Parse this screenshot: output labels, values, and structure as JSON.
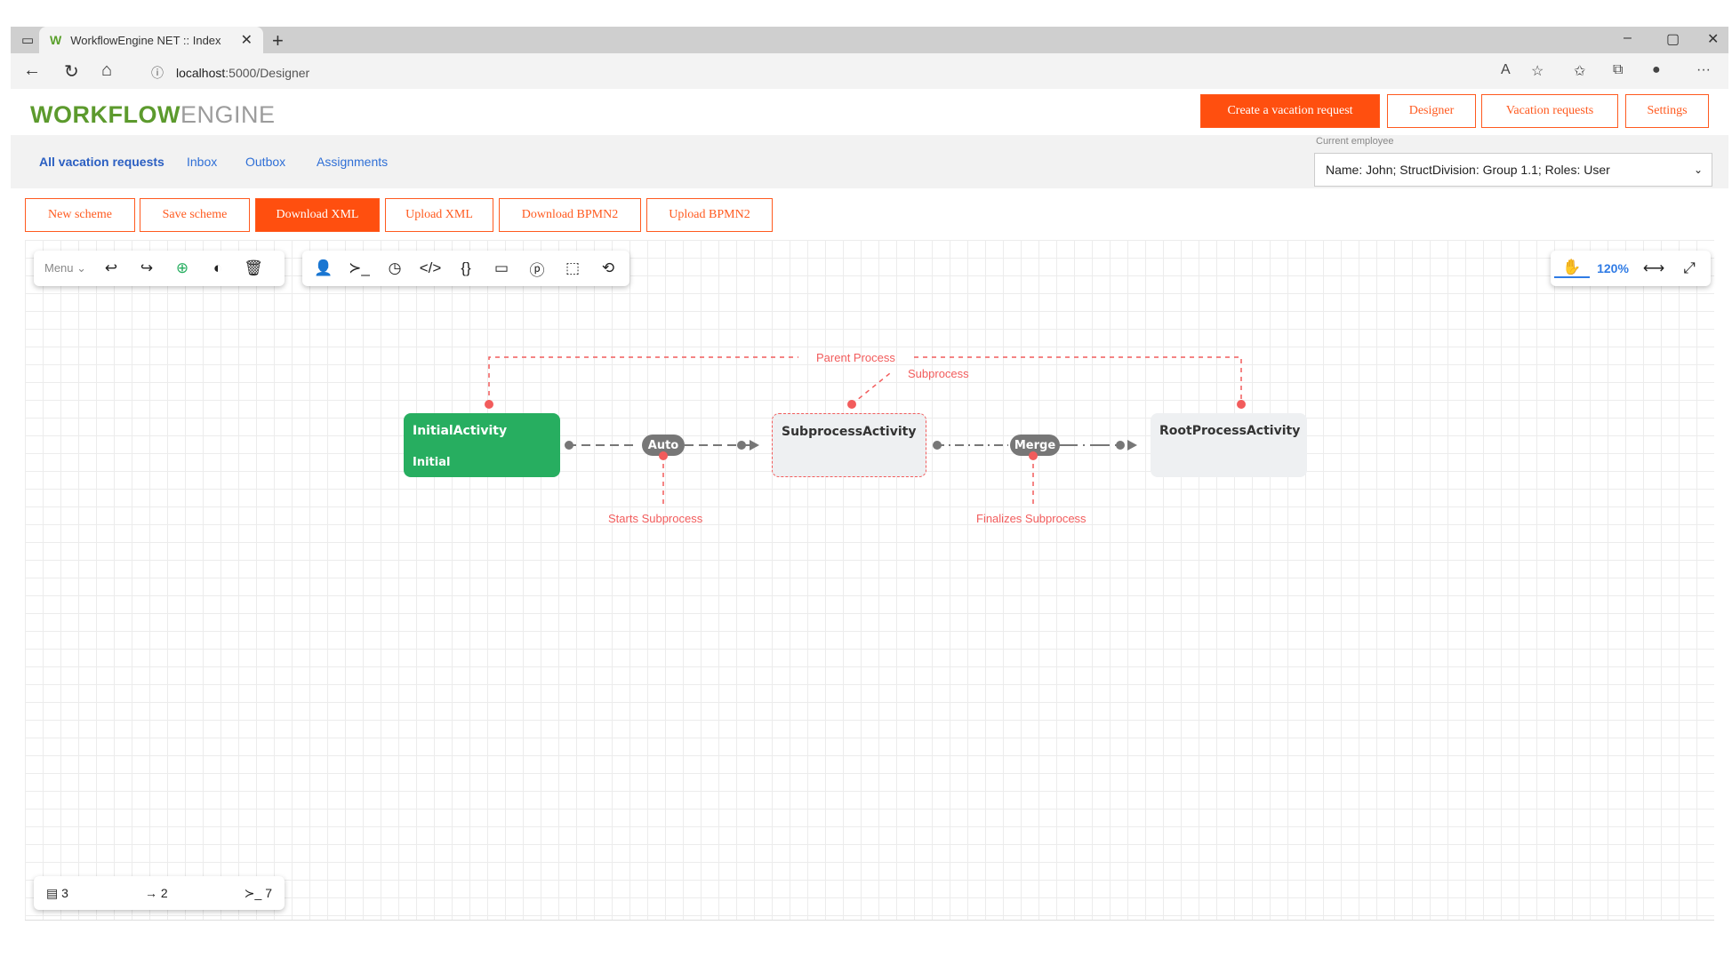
{
  "browser": {
    "tab_title": "WorkflowEngine NET :: Index",
    "url_host": "localhost",
    "url_path": ":5000/Designer",
    "window_controls": [
      "–",
      "▢",
      "✕"
    ]
  },
  "header": {
    "brand_bold": "WORKFLOW",
    "brand_light": "ENGINE",
    "buttons": [
      "Create a vacation request",
      "Designer",
      "Vacation requests",
      "Settings"
    ]
  },
  "subnav": {
    "links": [
      "All vacation requests",
      "Inbox",
      "Outbox",
      "Assignments"
    ],
    "employee_label": "Current employee",
    "employee_value": "Name: John; StructDivision: Group 1.1; Roles: User"
  },
  "scheme_buttons": [
    "New scheme",
    "Save scheme",
    "Download XML",
    "Upload XML",
    "Download BPMN2",
    "Upload BPMN2"
  ],
  "designer": {
    "menu_label": "Menu",
    "zoom": "120%",
    "activities": {
      "initial": {
        "name": "InitialActivity",
        "state": "Initial"
      },
      "subprocess": {
        "name": "SubprocessActivity"
      },
      "root": {
        "name": "RootProcessActivity"
      }
    },
    "transitions": {
      "auto": "Auto",
      "merge": "Merge"
    },
    "annotations": {
      "parent_process": "Parent Process",
      "subprocess": "Subprocess",
      "starts_subprocess": "Starts Subprocess",
      "finalizes_subprocess": "Finalizes Subprocess"
    },
    "stats": {
      "activities": "3",
      "transitions": "2",
      "commands": "7"
    }
  },
  "colors": {
    "accent": "#ff4f0f",
    "initial_activity": "#27ae60",
    "annotation": "#f25c5c",
    "brand_green": "#5c9a2d"
  }
}
